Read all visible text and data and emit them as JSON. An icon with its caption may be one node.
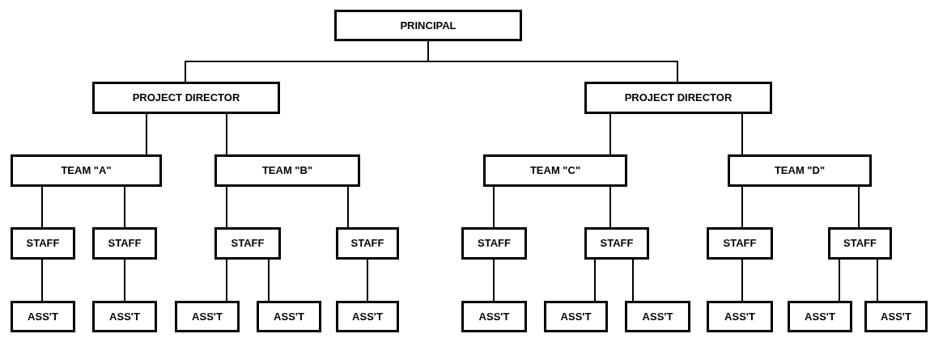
{
  "diagram": {
    "nodes": [
      {
        "text": [
          "PRINCIPAL"
        ]
      },
      {
        "text": [
          "PROJECT DIRECTOR"
        ]
      },
      {
        "text": [
          "PROJECT DIRECTOR"
        ]
      },
      {
        "text": [
          "TEAM \"A\""
        ]
      },
      {
        "text": [
          "TEAM \"B\""
        ]
      },
      {
        "text": [
          "TEAM \"C\""
        ]
      },
      {
        "text": [
          "TEAM \"D\""
        ]
      },
      {
        "text": [
          "STAFF"
        ]
      },
      {
        "text": [
          "STAFF"
        ]
      },
      {
        "text": [
          "STAFF"
        ]
      },
      {
        "text": [
          "STAFF"
        ]
      },
      {
        "text": [
          "STAFF"
        ]
      },
      {
        "text": [
          "STAFF"
        ]
      },
      {
        "text": [
          "STAFF"
        ]
      },
      {
        "text": [
          "STAFF"
        ]
      },
      {
        "text": [
          "ASS'T"
        ]
      },
      {
        "text": [
          "ASS'T"
        ]
      },
      {
        "text": [
          "ASS'T"
        ]
      },
      {
        "text": [
          "ASS'T"
        ]
      },
      {
        "text": [
          "ASS'T"
        ]
      },
      {
        "text": [
          "ASS'T"
        ]
      },
      {
        "text": [
          "ASS'T"
        ]
      },
      {
        "text": [
          "ASS'T"
        ]
      },
      {
        "text": [
          "ASS'T"
        ]
      },
      {
        "text": [
          "ASS'T"
        ]
      },
      {
        "text": [
          "ASS'T"
        ]
      }
    ],
    "edges": [
      {
        "from": 0,
        "to": 1,
        "arrow": "none"
      },
      {
        "from": 0,
        "to": 2,
        "arrow": "none"
      },
      {
        "from": 1,
        "to": 3,
        "arrow": "none"
      },
      {
        "from": 1,
        "to": 4,
        "arrow": "none"
      },
      {
        "from": 2,
        "to": 5,
        "arrow": "none"
      },
      {
        "from": 2,
        "to": 6,
        "arrow": "none"
      },
      {
        "from": 3,
        "to": 7,
        "arrow": "none"
      },
      {
        "from": 3,
        "to": 8,
        "arrow": "none"
      },
      {
        "from": 4,
        "to": 9,
        "arrow": "none"
      },
      {
        "from": 4,
        "to": 10,
        "arrow": "none"
      },
      {
        "from": 5,
        "to": 11,
        "arrow": "none"
      },
      {
        "from": 5,
        "to": 12,
        "arrow": "none"
      },
      {
        "from": 6,
        "to": 13,
        "arrow": "none"
      },
      {
        "from": 6,
        "to": 14,
        "arrow": "none"
      },
      {
        "from": 7,
        "to": 15,
        "arrow": "none"
      },
      {
        "from": 8,
        "to": 16,
        "arrow": "none"
      },
      {
        "from": 9,
        "to": 17,
        "arrow": "none"
      },
      {
        "from": 9,
        "to": 18,
        "arrow": "none"
      },
      {
        "from": 10,
        "to": 19,
        "arrow": "none"
      },
      {
        "from": 11,
        "to": 20,
        "arrow": "none"
      },
      {
        "from": 12,
        "to": 21,
        "arrow": "none"
      },
      {
        "from": 12,
        "to": 22,
        "arrow": "none"
      },
      {
        "from": 13,
        "to": 23,
        "arrow": "none"
      },
      {
        "from": 14,
        "to": 24,
        "arrow": "none"
      },
      {
        "from": 14,
        "to": 25,
        "arrow": "none"
      }
    ]
  }
}
